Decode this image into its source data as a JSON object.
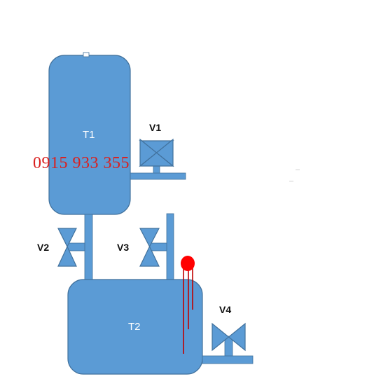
{
  "diagram": {
    "tanks": [
      {
        "id": "t1",
        "label": "T1"
      },
      {
        "id": "t2",
        "label": "T2"
      }
    ],
    "valves": [
      {
        "id": "v1",
        "label": "V1"
      },
      {
        "id": "v2",
        "label": "V2"
      },
      {
        "id": "v3",
        "label": "V3"
      },
      {
        "id": "v4",
        "label": "V4"
      }
    ],
    "watermark": "0915 933 355"
  },
  "colors": {
    "tank_fill": "#5b9bd5",
    "tank_stroke": "#41719c",
    "watermark": "#d9201f",
    "sensor": "#ff0000",
    "probe": "#c00000"
  }
}
